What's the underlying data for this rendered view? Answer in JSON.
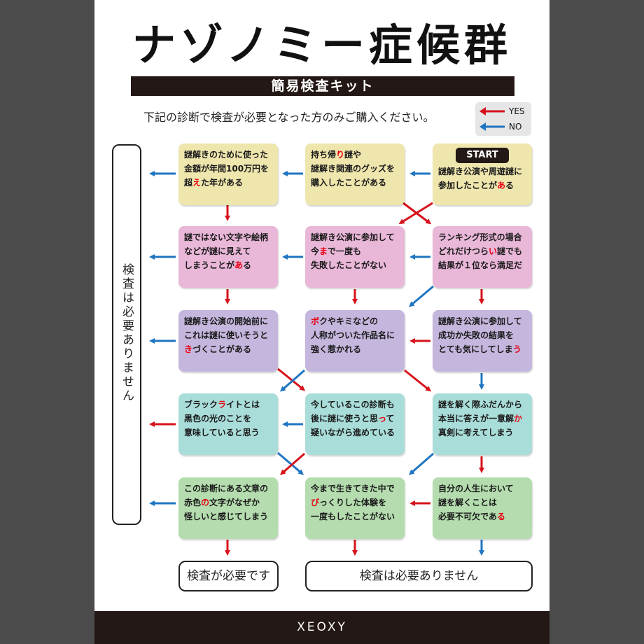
{
  "header": {
    "title": "ナゾノミー症候群",
    "subtitle": "簡易検査キット",
    "instruction": "下記の診断で検査が必要となった方のみご購入ください。"
  },
  "legend": {
    "yes": "YES",
    "no": "NO"
  },
  "colors": {
    "yes_arrow": "#d7121b",
    "no_arrow": "#1f75c2",
    "yellow": "#efe6ae",
    "pink": "#e9b7d8",
    "violet": "#c5b6dd",
    "teal": "#a9ddd9",
    "green": "#b4dcae"
  },
  "start_label": "START",
  "boxes": {
    "r1c1": [
      "謎解きのために使った",
      "金額が年間100万円を",
      "超えた年がある"
    ],
    "r1c2": [
      "持ち帰り謎や",
      "謎解き関連のグッズを",
      "購入したことがある"
    ],
    "r1c3": [
      "謎解き公演や周遊謎に",
      "参加したことがある"
    ],
    "r2c1": [
      "謎ではない文字や絵柄",
      "などが謎に見えて",
      "しまうことがある"
    ],
    "r2c2": [
      "謎解き公演に参加して",
      "今まで一度も",
      "失敗したことがない"
    ],
    "r2c3": [
      "ランキング形式の場合",
      "どれだけつらい謎でも",
      "結果が１位なら満足だ"
    ],
    "r3c1": [
      "謎解き公演の開始前に",
      "これは謎に使いそうと",
      "きづくことがある"
    ],
    "r3c2": [
      "ボクやキミなどの",
      "人称がついた作品名に",
      "強く惹かれる"
    ],
    "r3c3": [
      "謎解き公演に参加して",
      "成功か失敗の結果を",
      "とても気にしてしまう"
    ],
    "r4c1": [
      "ブラックライトとは",
      "黒色の光のことを",
      "意味していると思う"
    ],
    "r4c2": [
      "今しているこの診断も",
      "後に謎に使うと思って",
      "疑いながら進めている"
    ],
    "r4c3": [
      "謎を解く際ふだんから",
      "本当に答えが一意解か",
      "真剣に考えてしまう"
    ],
    "r5c1": [
      "この診断にある文章の",
      "赤色の文字がなぜか",
      "怪しいと感じてしまう"
    ],
    "r5c2": [
      "今まで生きてきた中で",
      "びっくりした体験を",
      "一度もしたことがない"
    ],
    "r5c3": [
      "自分の人生において",
      "謎を解くことは",
      "必要不可欠である"
    ]
  },
  "side_result": "検査は必要ありません",
  "result_needed": "検査が必要です",
  "result_not_needed": "検査は必要ありません",
  "footer": "XEOXY"
}
